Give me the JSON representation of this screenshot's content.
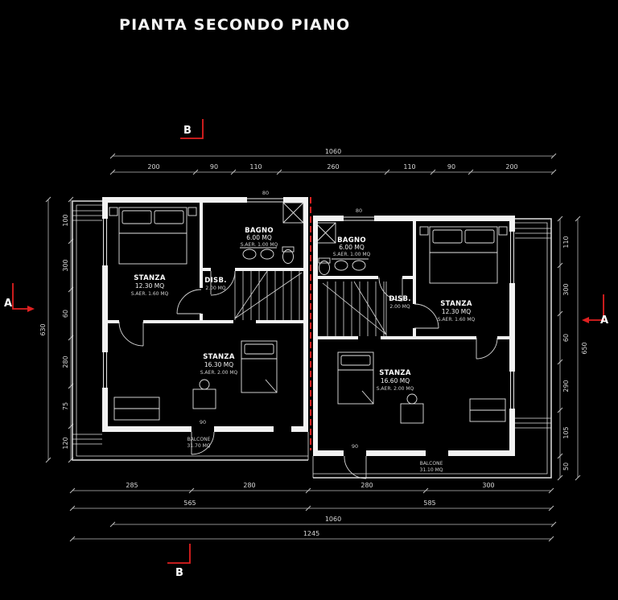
{
  "title": "PIANTA SECONDO PIANO",
  "sections": {
    "a": "A",
    "b": "B"
  },
  "rooms": {
    "l_stanza1": {
      "name": "STANZA",
      "area": "12.30 MQ",
      "aer": "S.AER. 1.60 MQ"
    },
    "l_bagno": {
      "name": "BAGNO",
      "area": "6.00 MQ",
      "aer": "S.AER. 1.00 MQ"
    },
    "l_disb": {
      "name": "DISB.",
      "area": "2.00 MQ"
    },
    "l_stanza2": {
      "name": "STANZA",
      "area": "16.30 MQ",
      "aer": "S.AER. 2.00 MQ"
    },
    "l_balcone": {
      "name": "BALCONE",
      "area": "31.70 MQ"
    },
    "r_bagno": {
      "name": "BAGNO",
      "area": "6.00 MQ",
      "aer": "S.AER. 1.00 MQ"
    },
    "r_disb": {
      "name": "DISB.",
      "area": "2.00 MQ"
    },
    "r_stanza1": {
      "name": "STANZA",
      "area": "12.30 MQ",
      "aer": "S.AER. 1.60 MQ"
    },
    "r_stanza2": {
      "name": "STANZA",
      "area": "16.60 MQ",
      "aer": "S.AER. 2.00 MQ"
    },
    "r_balcone": {
      "name": "BALCONE",
      "area": "31.10 MQ"
    }
  },
  "dims": {
    "top_total": "1060",
    "top": [
      "200",
      "90",
      "110",
      "260",
      "110",
      "90",
      "200"
    ],
    "left_inner": [
      "100",
      "300",
      "60",
      "280",
      "75",
      "120"
    ],
    "left_outer": [
      "630"
    ],
    "right_inner": [
      "110",
      "300",
      "60",
      "290",
      "105",
      "50"
    ],
    "right_outer": [
      "650"
    ],
    "bottom_r1": [
      "285",
      "280",
      "280",
      "300"
    ],
    "bottom_r2": [
      "565",
      "585"
    ],
    "bottom_r3": "1060",
    "bottom_total": "1245",
    "openings": [
      "80",
      "80",
      "90",
      "90"
    ]
  },
  "colors": {
    "line": "#f2f2f2",
    "accent_red": "#e02020"
  }
}
